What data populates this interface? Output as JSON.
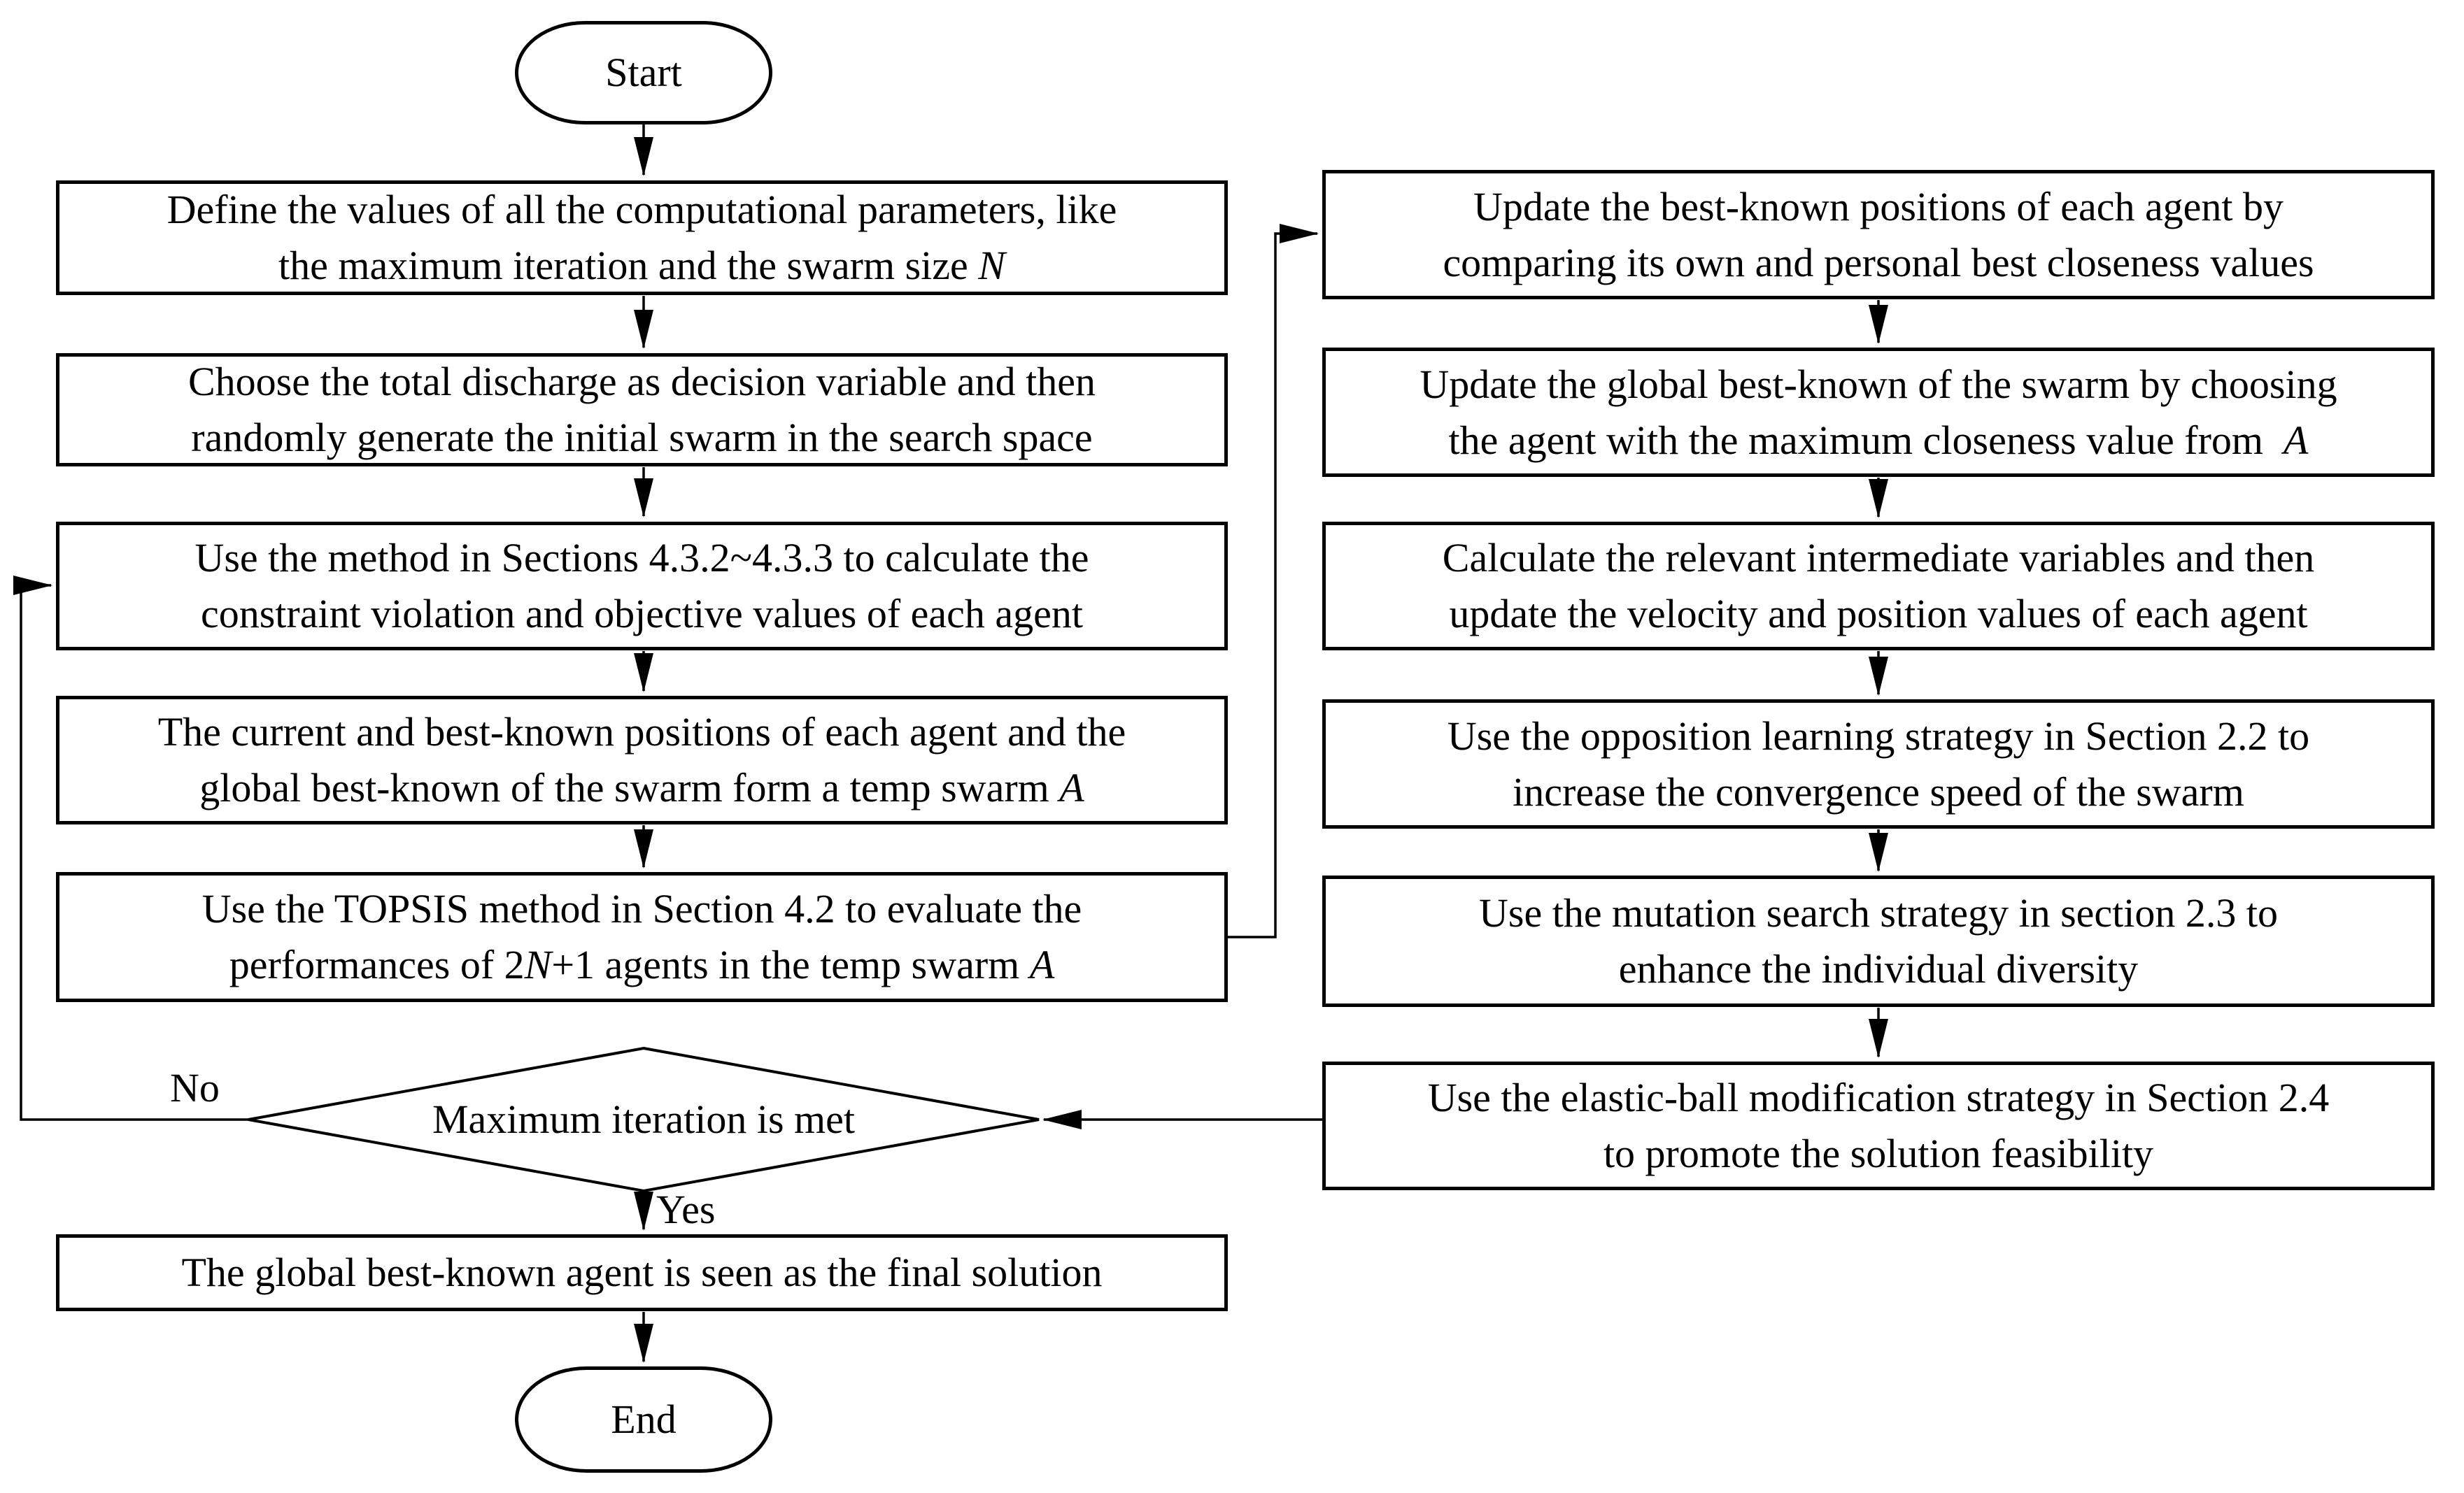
{
  "figure": {
    "type": "flowchart",
    "colors": {
      "stroke": "#000000",
      "background": "#ffffff",
      "text": "#000000"
    }
  },
  "labels": {
    "no": "No",
    "yes": "Yes"
  },
  "nodes": {
    "start": {
      "label": "Start"
    },
    "define_params": {
      "line1": "Define the values of all the computational parameters, like",
      "line2_pre": "the maximum iteration and the swarm size ",
      "line2_var": "N"
    },
    "init_swarm": {
      "line1": "Choose the total discharge as decision variable and then",
      "line2": "randomly generate the initial swarm in the search space"
    },
    "calc_values": {
      "line1": "Use the method in Sections 4.3.2~4.3.3 to calculate the",
      "line2": "constraint violation and objective values of each agent"
    },
    "temp_swarm": {
      "line1": "The current and best-known positions of each agent and the",
      "line2_pre": "global best-known of the swarm form a temp swarm ",
      "line2_var": "A"
    },
    "topsis": {
      "line1": "Use the TOPSIS method in Section 4.2 to evaluate the",
      "line2_pre": "performances of 2",
      "line2_var1": "N",
      "line2_mid": "+1 agents in the temp swarm ",
      "line2_var2": "A"
    },
    "decision": {
      "line1": "Maximum iteration is met"
    },
    "final_solution": {
      "line1": "The global best-known agent is seen as the final solution"
    },
    "end": {
      "label": "End"
    },
    "update_best": {
      "line1": "Update the best-known positions of each agent by",
      "line2": "comparing its own and personal best closeness values"
    },
    "update_global": {
      "line1": "Update the global best-known of the swarm by choosing",
      "line2_pre": "the agent with the maximum closeness value from  ",
      "line2_var": "A"
    },
    "update_velocity": {
      "line1": "Calculate the relevant intermediate variables and then",
      "line2": "update the velocity and position values of each agent"
    },
    "opposition": {
      "line1": "Use the opposition learning strategy in Section 2.2 to",
      "line2": "increase the convergence speed of the swarm"
    },
    "mutation": {
      "line1": "Use the mutation search strategy in section 2.3 to",
      "line2": "enhance the individual diversity"
    },
    "elastic_ball": {
      "line1": "Use the elastic-ball modification strategy in Section 2.4",
      "line2": "to promote the solution feasibility"
    }
  }
}
